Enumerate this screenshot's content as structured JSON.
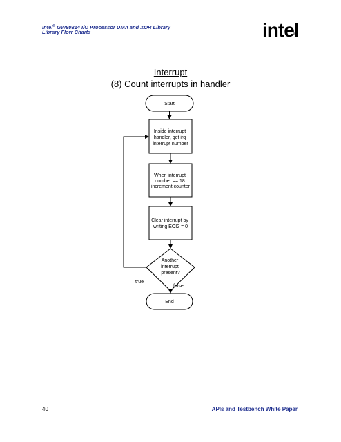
{
  "header": {
    "brand": "Intel",
    "reg_mark": "®",
    "title_rest": " GW80314 I/O Processor DMA and XOR Library",
    "subtitle": "Library Flow Charts"
  },
  "logo": {
    "text": "intel",
    "reg_mark": "®"
  },
  "figure": {
    "title": "Interrupt",
    "subtitle": "(8) Count interrupts in handler"
  },
  "flowchart": {
    "start": "Start",
    "steps": [
      [
        "Inside interrupt",
        "handler, get irq",
        "interrupt number"
      ],
      [
        "When interrupt",
        "number == 18",
        "increment counter"
      ],
      [
        "Clear interrupt by",
        "writing EOI2 = 0"
      ]
    ],
    "decision": [
      "Another",
      "interrupt",
      "present?"
    ],
    "true_label": "true",
    "false_label": "false",
    "end": "End"
  },
  "footer": {
    "page_number": "40",
    "doc_title": "APIs and Testbench White Paper"
  }
}
